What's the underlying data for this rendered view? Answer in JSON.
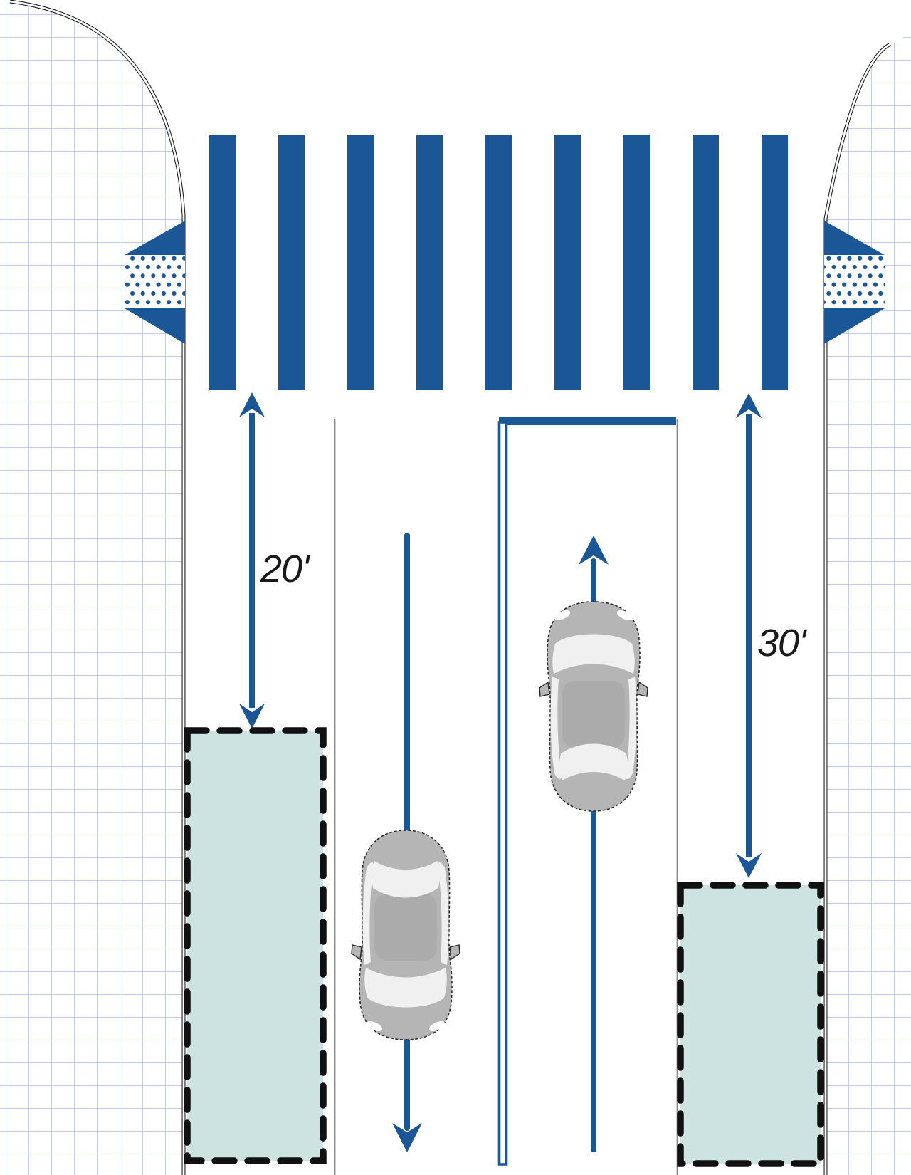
{
  "diagram": {
    "kind": "street-parking-setback-plan-view",
    "measurements": {
      "near_side": {
        "label": "20'",
        "feet": 20
      },
      "far_side": {
        "label": "30'",
        "feet": 30
      }
    },
    "crosswalk": {
      "stripe_count": 9,
      "style": "continental"
    },
    "parking_zones": {
      "count": 2
    },
    "cars": {
      "count": 2,
      "directions": [
        "southbound",
        "northbound"
      ]
    },
    "colors": {
      "primary_blue": "#1b5696",
      "zone_fill": "#cde3e2",
      "dash_black": "#111111",
      "grid_line": "#a7bddb",
      "lane_line": "#8a8a8a",
      "curb_line": "#1f1f1f",
      "car_body": "#b5b5b5",
      "car_roof": "#ababab",
      "car_glass": "#f0f0f0",
      "text": "#1a1a1a"
    }
  }
}
